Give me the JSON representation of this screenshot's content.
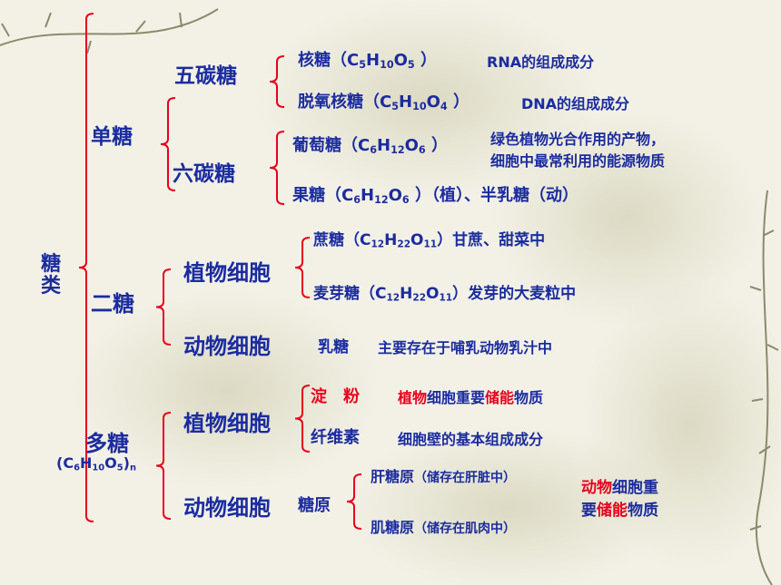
{
  "root": {
    "label": "糖类"
  },
  "mono": {
    "label": "单糖",
    "pentose": {
      "label": "五碳糖",
      "items": [
        {
          "name": "核糖（",
          "formula": [
            "C",
            "5",
            "H",
            "10",
            "O",
            "5",
            " ）"
          ],
          "desc": "RNA的组成成分"
        },
        {
          "name": "脱氧核糖（",
          "formula": [
            "C",
            "5",
            "H",
            "10",
            "O",
            "4",
            " ）"
          ],
          "desc": "DNA的组成成分"
        }
      ]
    },
    "hexose": {
      "label": "六碳糖",
      "glucose": {
        "name": "葡萄糖（",
        "formula": [
          "C",
          "6",
          "H",
          "12",
          "O",
          "6",
          " ）"
        ],
        "desc_line1": "绿色植物光合作用的产物，",
        "desc_line2": "细胞中最常利用的能源物质"
      },
      "fructose": {
        "name": "果糖（",
        "formula": [
          "C",
          "6",
          "H",
          "12",
          "O",
          "6",
          " ）"
        ],
        "suffix": "（植）、半乳糖（动）"
      }
    }
  },
  "di": {
    "label": "二糖",
    "plant": {
      "label": "植物细胞",
      "sucrose": {
        "name": "蔗糖（",
        "formula": [
          "C",
          "12",
          "H",
          "22",
          "O",
          "11",
          "）"
        ],
        "desc": "甘蔗、甜菜中"
      },
      "maltose": {
        "name": "麦芽糖（",
        "formula": [
          "C",
          "12",
          "H",
          "22",
          "O",
          "11",
          "）"
        ],
        "desc": "发芽的大麦粒中"
      }
    },
    "animal": {
      "label": "动物细胞",
      "item": "乳糖",
      "desc": "主要存在于哺乳动物乳汁中"
    }
  },
  "poly": {
    "label": "多糖",
    "formula": [
      "(C",
      "6",
      "H",
      "10",
      "O",
      "5",
      ")",
      "n"
    ],
    "plant": {
      "label": "植物细胞",
      "starch": {
        "name": "淀　粉",
        "desc_red1": "植物",
        "desc_mid": "细胞重要",
        "desc_red2": "储能",
        "desc_end": "物质"
      },
      "cellulose": {
        "name": "纤维素",
        "desc": "细胞壁的基本组成成分"
      }
    },
    "animal": {
      "label": "动物细胞",
      "item": "糖原",
      "liver": {
        "name": "肝糖原",
        "note": "（储存在肝脏中）"
      },
      "muscle": {
        "name": "肌糖原",
        "note": "（储存在肌肉中）"
      },
      "note_line1_red": "动物",
      "note_line1_blue": "细胞重",
      "note_line2_blue1": "要",
      "note_line2_red": "储能",
      "note_line2_blue2": "物质"
    }
  },
  "colors": {
    "text": "#1b2ca0",
    "accent": "#e8001c",
    "bracket": "#e8001c"
  }
}
